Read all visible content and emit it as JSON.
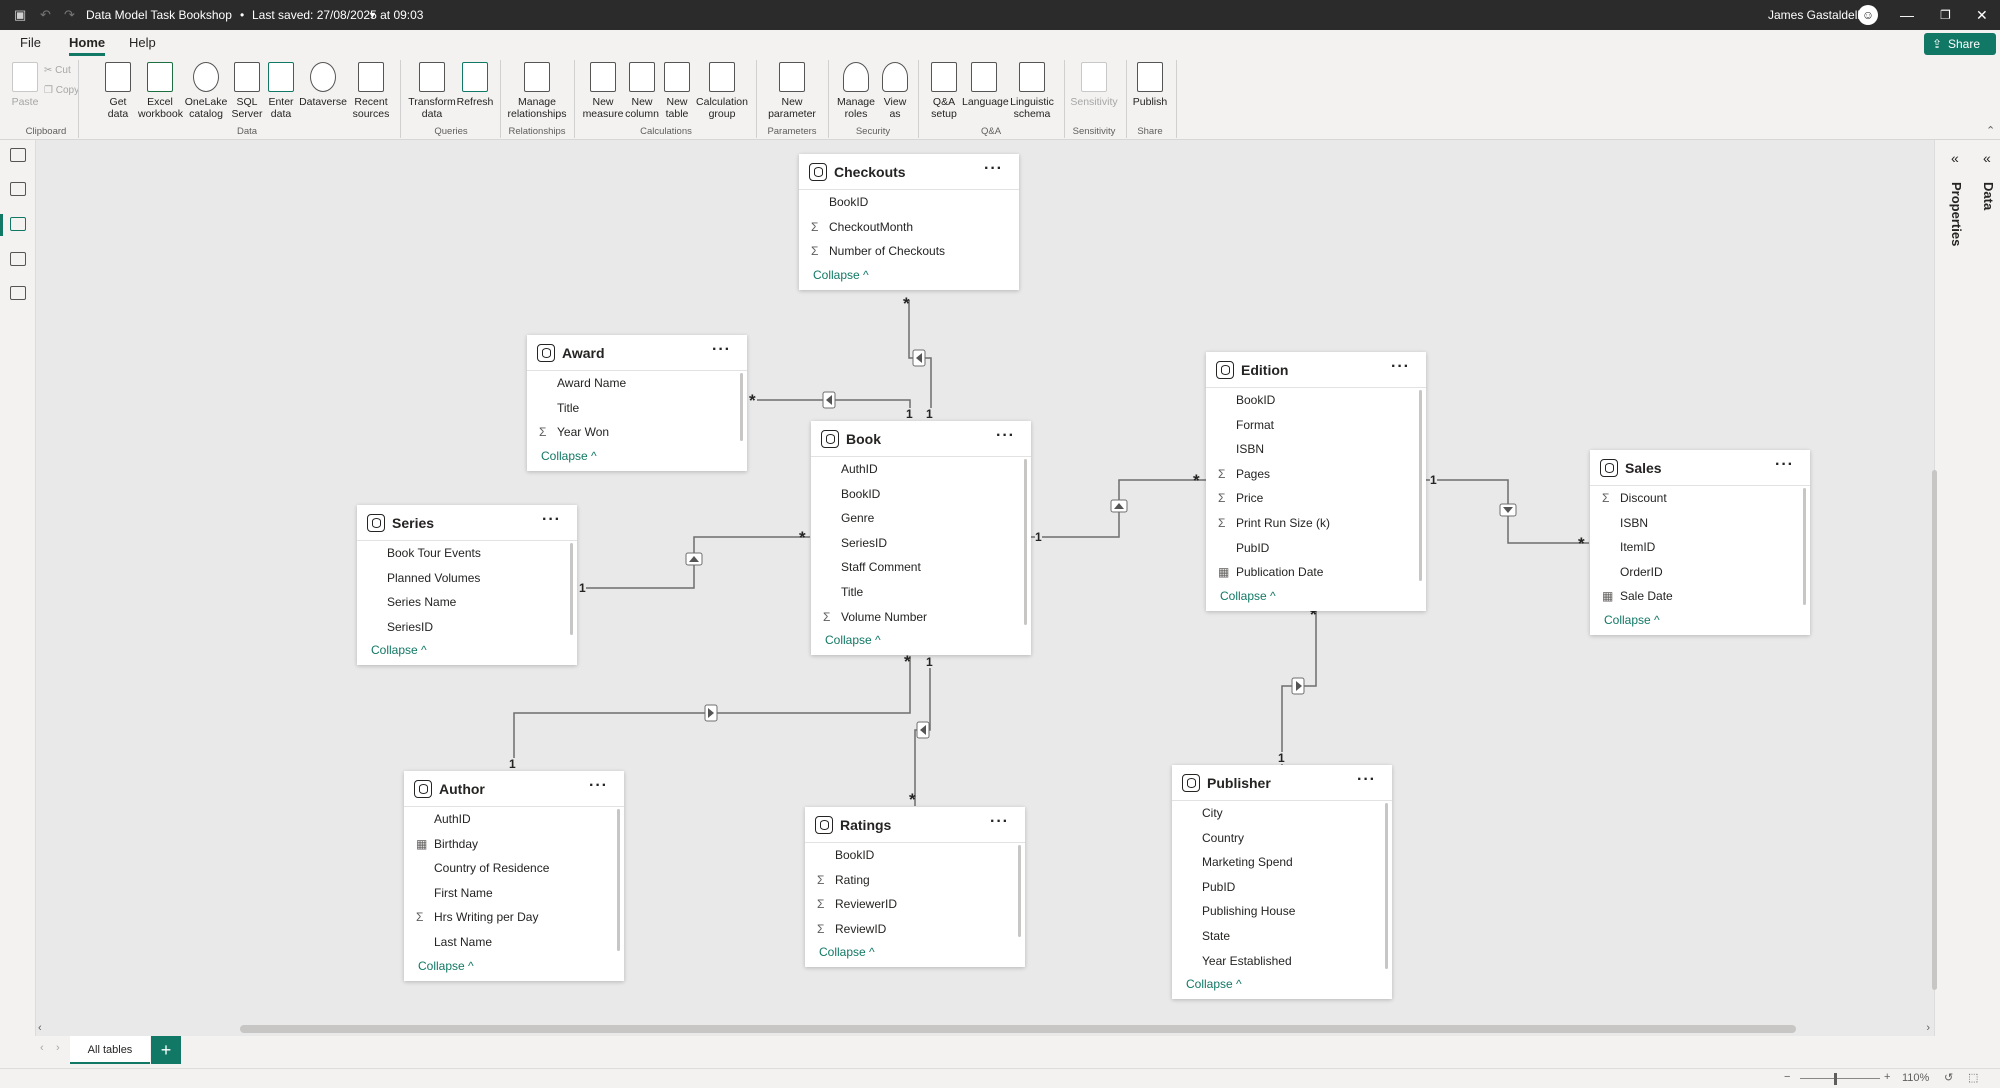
{
  "titlebar": {
    "document_title": "Data Model Task Bookshop",
    "save_status": "Last saved: 27/08/2025 at 09:03",
    "user_name": "James Gastaldello"
  },
  "ribbon": {
    "tabs": [
      "File",
      "Home",
      "Help"
    ],
    "active_tab": "Home",
    "share_label": "Share",
    "clipboard": {
      "paste": "Paste",
      "cut": "Cut",
      "copy": "Copy"
    },
    "buttons": {
      "get_data": "Get data",
      "excel_workbook": "Excel workbook",
      "onelake_catalog": "OneLake catalog",
      "sql_server": "SQL Server",
      "enter_data": "Enter data",
      "dataverse": "Dataverse",
      "recent_sources": "Recent sources",
      "transform_data": "Transform data",
      "refresh": "Refresh",
      "manage_relationships": "Manage relationships",
      "new_measure": "New measure",
      "new_column": "New column",
      "new_table": "New table",
      "calculation_group": "Calculation group",
      "new_parameter": "New parameter",
      "manage_roles": "Manage roles",
      "view_as": "View as",
      "qa_setup": "Q&A setup",
      "language": "Language",
      "linguistic_schema": "Linguistic schema",
      "sensitivity": "Sensitivity",
      "publish": "Publish"
    },
    "groups": [
      "Clipboard",
      "Data",
      "Queries",
      "Relationships",
      "Calculations",
      "Parameters",
      "Security",
      "Q&A",
      "Sensitivity",
      "Share"
    ]
  },
  "tables": {
    "checkouts": {
      "name": "Checkouts",
      "fields": [
        [
          "",
          "BookID"
        ],
        [
          "Σ",
          "CheckoutMonth"
        ],
        [
          "Σ",
          "Number of Checkouts"
        ]
      ]
    },
    "award": {
      "name": "Award",
      "fields": [
        [
          "",
          "Award Name"
        ],
        [
          "",
          "Title"
        ],
        [
          "Σ",
          "Year Won"
        ]
      ]
    },
    "book": {
      "name": "Book",
      "fields": [
        [
          "",
          "AuthID"
        ],
        [
          "",
          "BookID"
        ],
        [
          "",
          "Genre"
        ],
        [
          "",
          "SeriesID"
        ],
        [
          "",
          "Staff Comment"
        ],
        [
          "",
          "Title"
        ],
        [
          "Σ",
          "Volume Number"
        ]
      ]
    },
    "series": {
      "name": "Series",
      "fields": [
        [
          "",
          "Book Tour Events"
        ],
        [
          "",
          "Planned Volumes"
        ],
        [
          "",
          "Series Name"
        ],
        [
          "",
          "SeriesID"
        ]
      ]
    },
    "edition": {
      "name": "Edition",
      "fields": [
        [
          "",
          "BookID"
        ],
        [
          "",
          "Format"
        ],
        [
          "",
          "ISBN"
        ],
        [
          "Σ",
          "Pages"
        ],
        [
          "Σ",
          "Price"
        ],
        [
          "Σ",
          "Print Run Size (k)"
        ],
        [
          "",
          "PubID"
        ],
        [
          "▦",
          "Publication Date"
        ]
      ]
    },
    "sales": {
      "name": "Sales",
      "fields": [
        [
          "Σ",
          "Discount"
        ],
        [
          "",
          "ISBN"
        ],
        [
          "",
          "ItemID"
        ],
        [
          "",
          "OrderID"
        ],
        [
          "▦",
          "Sale Date"
        ]
      ]
    },
    "author": {
      "name": "Author",
      "fields": [
        [
          "",
          "AuthID"
        ],
        [
          "▦",
          "Birthday"
        ],
        [
          "",
          "Country of Residence"
        ],
        [
          "",
          "First Name"
        ],
        [
          "Σ",
          "Hrs Writing per Day"
        ],
        [
          "",
          "Last Name"
        ]
      ]
    },
    "ratings": {
      "name": "Ratings",
      "fields": [
        [
          "",
          "BookID"
        ],
        [
          "Σ",
          "Rating"
        ],
        [
          "Σ",
          "ReviewerID"
        ],
        [
          "Σ",
          "ReviewID"
        ]
      ]
    },
    "publisher": {
      "name": "Publisher",
      "fields": [
        [
          "",
          "City"
        ],
        [
          "",
          "Country"
        ],
        [
          "",
          "Marketing Spend"
        ],
        [
          "",
          "PubID"
        ],
        [
          "",
          "Publishing House"
        ],
        [
          "",
          "State"
        ],
        [
          "",
          "Year Established"
        ]
      ]
    }
  },
  "card_common": {
    "collapse_label": "Collapse ^",
    "more_label": "···"
  },
  "cardinality": {
    "one": "1",
    "many": "*"
  },
  "right_panes": {
    "properties": "Properties",
    "data": "Data"
  },
  "bottom": {
    "page_tab": "All tables",
    "add_tab": "+",
    "zoom": "110%"
  },
  "colors": {
    "accent": "#117865",
    "titlebar": "#2b2b2b",
    "canvas": "#e9e9e9"
  }
}
